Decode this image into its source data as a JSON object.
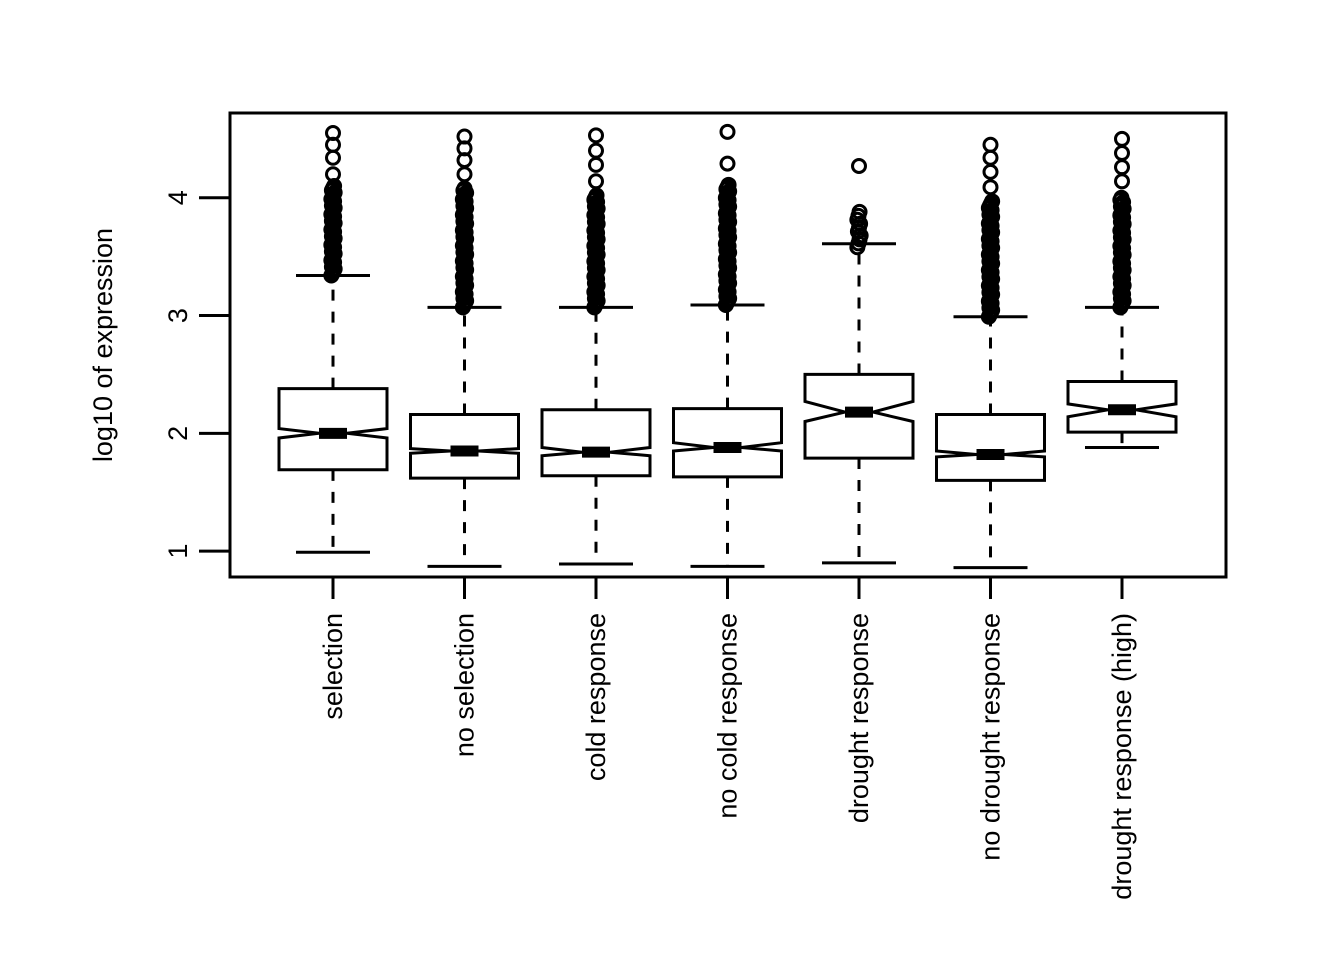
{
  "chart_data": {
    "type": "box",
    "title": "",
    "xlabel": "",
    "ylabel": "log10 of expression",
    "ylim": [
      0.78,
      4.72
    ],
    "yticks": [
      1,
      2,
      3,
      4
    ],
    "ytick_labels": [
      "1",
      "2",
      "3",
      "4"
    ],
    "grid": false,
    "legend": "none",
    "notched": true,
    "categories": [
      "selection",
      "no selection",
      "cold response",
      "no cold response",
      "drought response",
      "no drought response",
      "drought response (high)"
    ],
    "boxes": [
      {
        "name": "selection",
        "lower_whisker": 0.99,
        "q1": 1.69,
        "median": 2.0,
        "q3": 2.38,
        "upper_whisker": 3.34,
        "notch_lower": 1.96,
        "notch_upper": 2.04,
        "outlier_cluster": {
          "from": 3.34,
          "to": 4.1,
          "density": "dense"
        },
        "outlier_points": [
          4.2,
          4.34,
          4.45,
          4.55
        ]
      },
      {
        "name": "no selection",
        "lower_whisker": 0.87,
        "q1": 1.62,
        "median": 1.85,
        "q3": 2.16,
        "upper_whisker": 3.07,
        "notch_lower": 1.83,
        "notch_upper": 1.87,
        "outlier_cluster": {
          "from": 3.07,
          "to": 4.08,
          "density": "dense"
        },
        "outlier_points": [
          4.2,
          4.32,
          4.42,
          4.52
        ]
      },
      {
        "name": "cold response",
        "lower_whisker": 0.89,
        "q1": 1.64,
        "median": 1.84,
        "q3": 2.2,
        "upper_whisker": 3.07,
        "notch_lower": 1.81,
        "notch_upper": 1.88,
        "outlier_cluster": {
          "from": 3.07,
          "to": 4.02,
          "density": "dense"
        },
        "outlier_points": [
          4.14,
          4.28,
          4.4,
          4.53
        ]
      },
      {
        "name": "no cold response",
        "lower_whisker": 0.87,
        "q1": 1.63,
        "median": 1.88,
        "q3": 2.21,
        "upper_whisker": 3.09,
        "notch_lower": 1.85,
        "notch_upper": 1.92,
        "outlier_cluster": {
          "from": 3.09,
          "to": 4.11,
          "density": "dense"
        },
        "outlier_points": [
          4.29,
          4.56
        ]
      },
      {
        "name": "drought response",
        "lower_whisker": 0.9,
        "q1": 1.79,
        "median": 2.18,
        "q3": 2.5,
        "upper_whisker": 3.61,
        "notch_lower": 2.1,
        "notch_upper": 2.27,
        "outlier_cluster": {
          "from": 3.58,
          "to": 3.88,
          "density": "medium"
        },
        "outlier_points": [
          4.27
        ]
      },
      {
        "name": "no drought response",
        "lower_whisker": 0.86,
        "q1": 1.6,
        "median": 1.82,
        "q3": 2.16,
        "upper_whisker": 2.99,
        "notch_lower": 1.8,
        "notch_upper": 1.85,
        "outlier_cluster": {
          "from": 2.99,
          "to": 3.97,
          "density": "dense"
        },
        "outlier_points": [
          4.09,
          4.22,
          4.34,
          4.45
        ]
      },
      {
        "name": "drought response (high)",
        "lower_whisker": 1.88,
        "q1": 2.01,
        "median": 2.2,
        "q3": 2.44,
        "upper_whisker": 3.07,
        "notch_lower": 2.14,
        "notch_upper": 2.25,
        "outlier_cluster": {
          "from": 3.07,
          "to": 4.0,
          "density": "dense"
        },
        "outlier_points": [
          4.14,
          4.26,
          4.38,
          4.5
        ]
      }
    ]
  },
  "axes": {
    "y_axis_title": "log10 of expression",
    "y_tick_1": "1",
    "y_tick_2": "2",
    "y_tick_3": "3",
    "y_tick_4": "4"
  },
  "x_labels": {
    "c0": "selection",
    "c1": "no selection",
    "c2": "cold response",
    "c3": "no cold response",
    "c4": "drought response",
    "c5": "no drought response",
    "c6": "drought response (high)"
  },
  "colors": {
    "stroke": "#000000",
    "background": "#ffffff",
    "box_fill": "#ffffff"
  }
}
